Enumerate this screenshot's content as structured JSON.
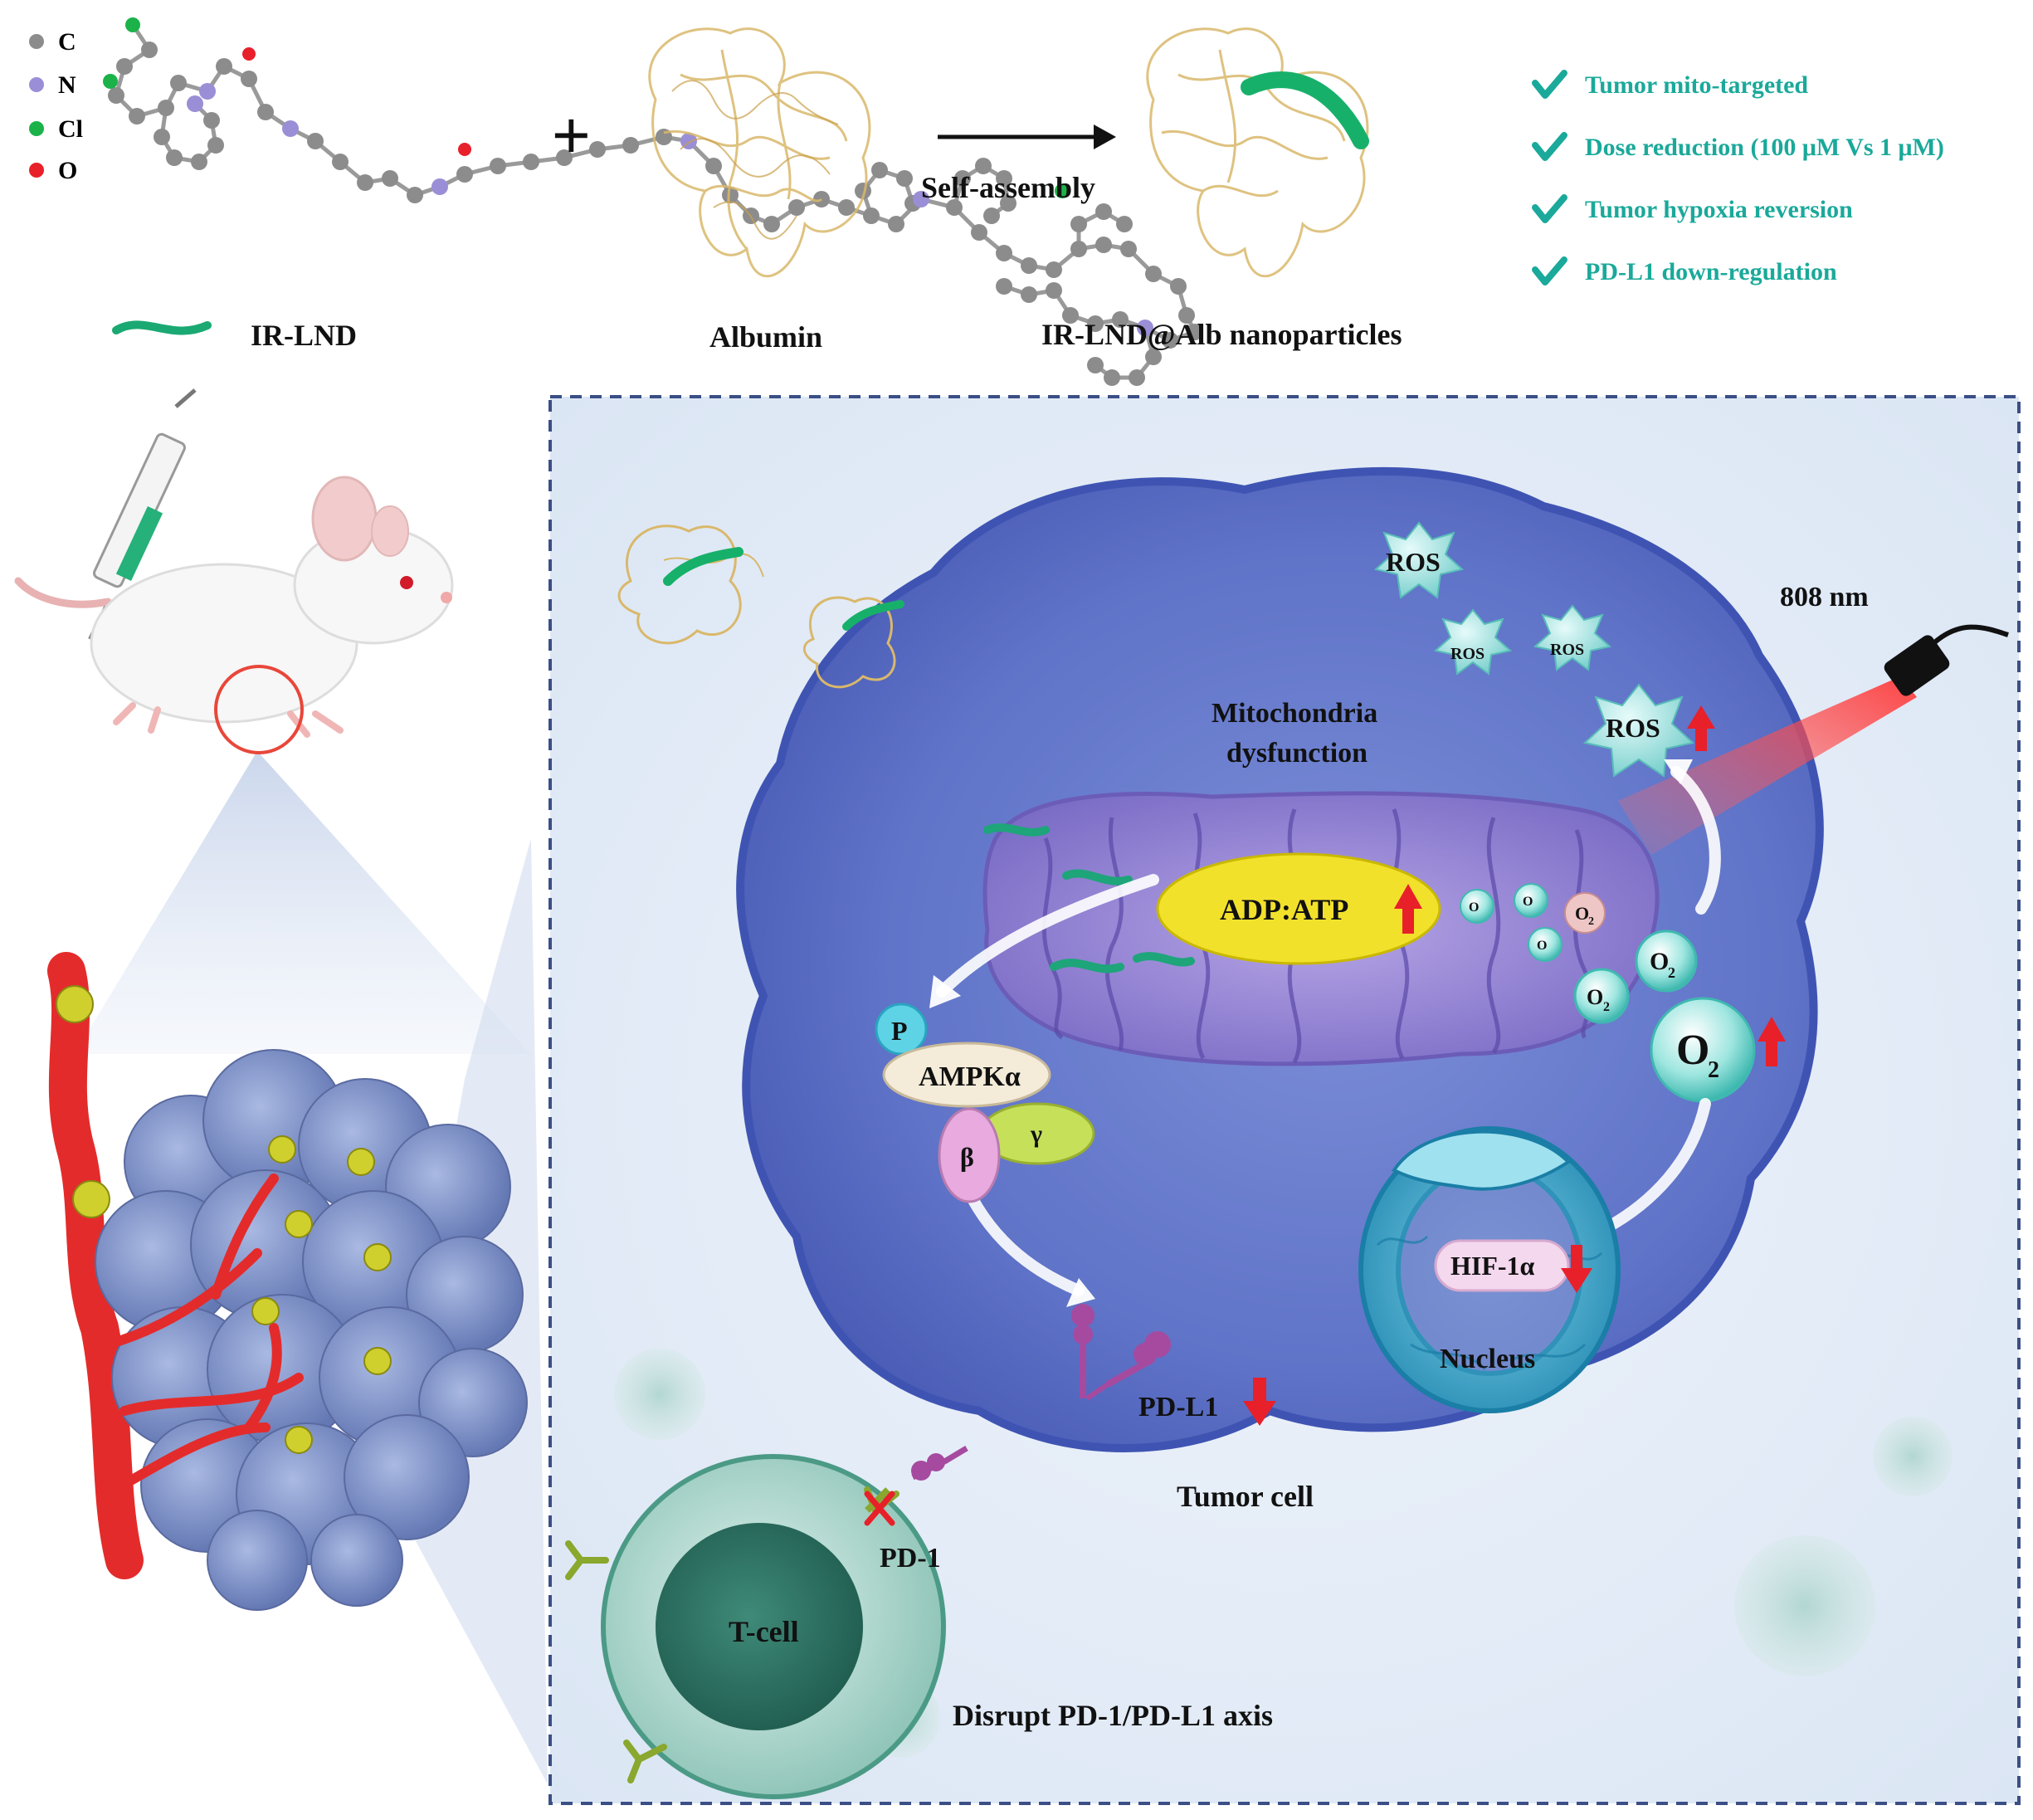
{
  "legend_atoms": [
    {
      "symbol": "C",
      "color": "#8c8c8c"
    },
    {
      "symbol": "N",
      "color": "#9a8fd6"
    },
    {
      "symbol": "Cl",
      "color": "#1bb24a"
    },
    {
      "symbol": "O",
      "color": "#e8202a"
    }
  ],
  "top": {
    "ir_lnd_label": "IR-LND",
    "plus": "+",
    "albumin_label": "Albumin",
    "arrow_label": "Self-assembly",
    "nanoparticle_label": "IR-LND@Alb nanoparticles"
  },
  "benefits": [
    "Tumor mito-targeted",
    "Dose reduction (100 μM Vs 1 μM)",
    "Tumor hypoxia reversion",
    "PD-L1 down-regulation"
  ],
  "cell": {
    "ros_1": "ROS",
    "ros_2": "ROS",
    "ros_3": "ROS",
    "ros_4": "ROS",
    "laser": "808 nm",
    "mito_label_line1": "Mitochondria",
    "mito_label_line2": "dysfunction",
    "adp_atp": "ADP:ATP",
    "o2_small": "O",
    "o2_sub": "2",
    "p_badge": "P",
    "ampk": "AMPKα",
    "beta": "β",
    "gamma": "γ",
    "hif": "HIF-1α",
    "nucleus": "Nucleus",
    "pdl1": "PD-L1",
    "tumor_cell": "Tumor cell",
    "pd1": "PD-1",
    "tcell": "T-cell",
    "disrupt": "Disrupt PD-1/PD-L1 axis"
  },
  "colors": {
    "teal": "#1aa99a",
    "red_arrow": "#e8202a",
    "cell_blue": "#5b6fc4",
    "dash_border": "#3b4f86",
    "adp_yellow": "#f2e12b"
  }
}
